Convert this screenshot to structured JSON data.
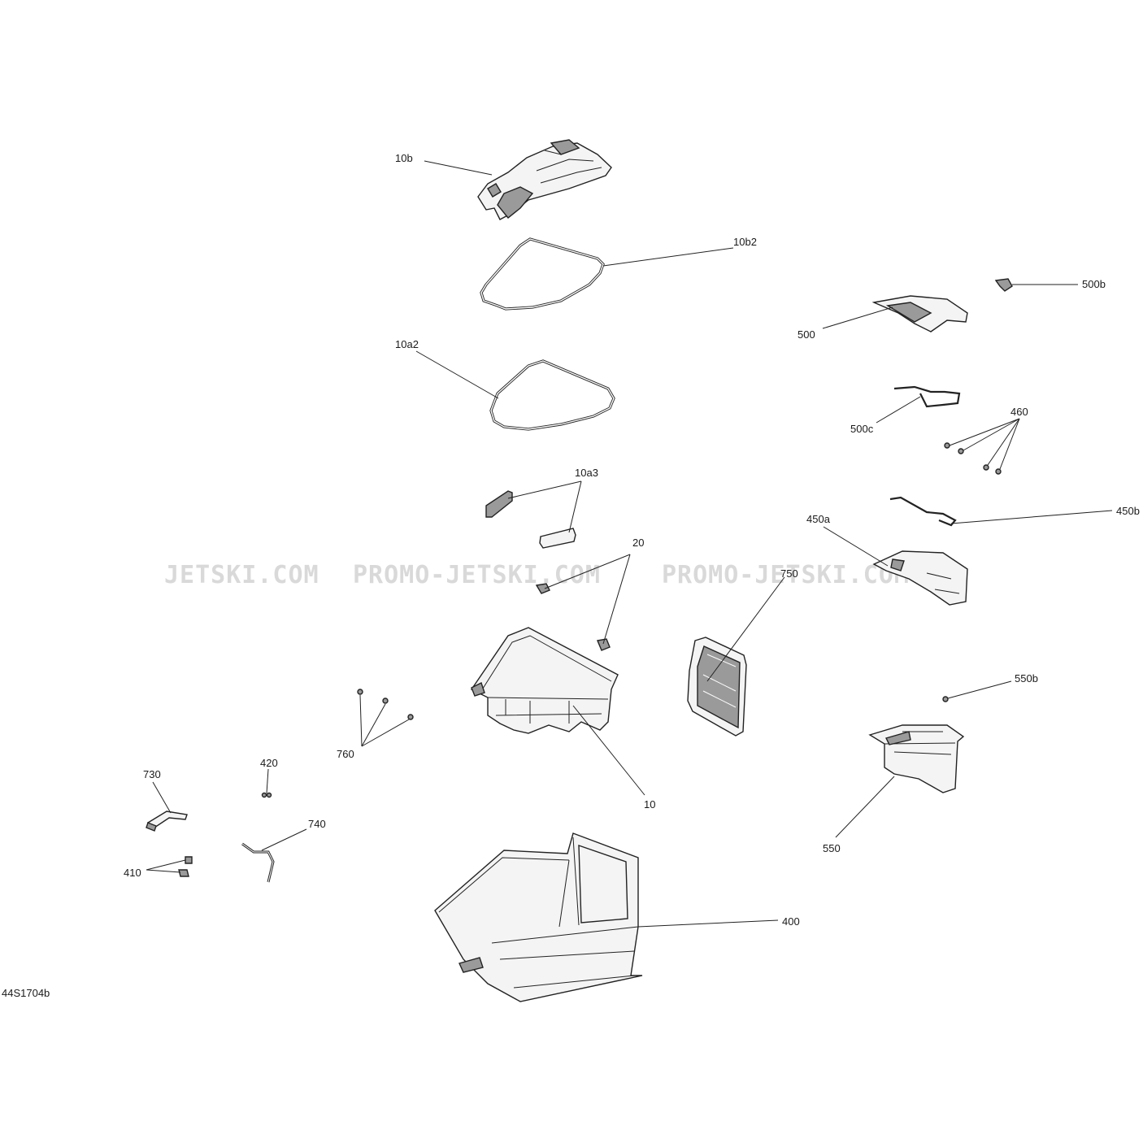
{
  "diagram": {
    "code": "44S1704b",
    "watermarks": [
      "JETSKI.COM",
      "PROMO-JETSKI.COM",
      "PROMO-JETSKI.COM"
    ],
    "callouts": [
      {
        "id": "10b",
        "label": "10b"
      },
      {
        "id": "10b2",
        "label": "10b2"
      },
      {
        "id": "10a2",
        "label": "10a2"
      },
      {
        "id": "10a3",
        "label": "10a3"
      },
      {
        "id": "20",
        "label": "20"
      },
      {
        "id": "10",
        "label": "10"
      },
      {
        "id": "760",
        "label": "760"
      },
      {
        "id": "420",
        "label": "420"
      },
      {
        "id": "730",
        "label": "730"
      },
      {
        "id": "740",
        "label": "740"
      },
      {
        "id": "410",
        "label": "410"
      },
      {
        "id": "400",
        "label": "400"
      },
      {
        "id": "500b",
        "label": "500b"
      },
      {
        "id": "500",
        "label": "500"
      },
      {
        "id": "500c",
        "label": "500c"
      },
      {
        "id": "460",
        "label": "460"
      },
      {
        "id": "450b",
        "label": "450b"
      },
      {
        "id": "450a",
        "label": "450a"
      },
      {
        "id": "750",
        "label": "750"
      },
      {
        "id": "550b",
        "label": "550b"
      },
      {
        "id": "550",
        "label": "550"
      }
    ]
  }
}
